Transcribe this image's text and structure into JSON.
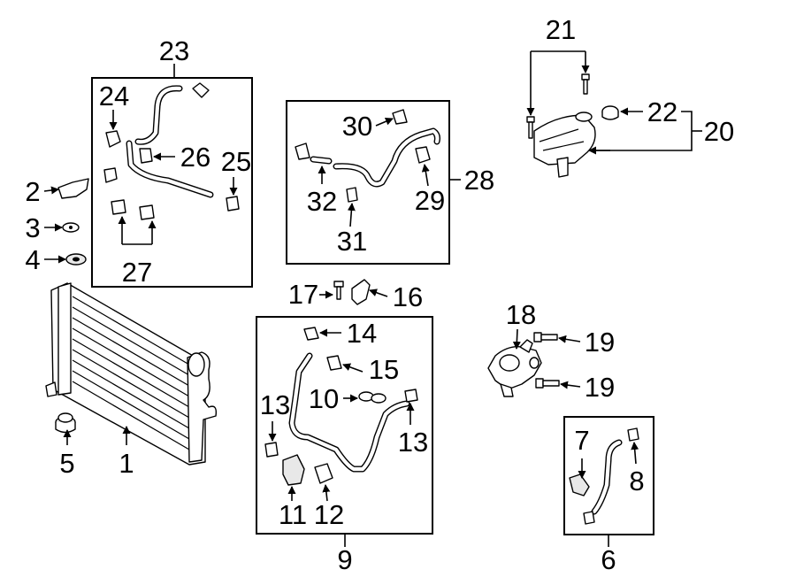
{
  "callouts": {
    "c1": "1",
    "c2": "2",
    "c3": "3",
    "c4": "4",
    "c5": "5",
    "c6": "6",
    "c7": "7",
    "c8": "8",
    "c9": "9",
    "c10": "10",
    "c11": "11",
    "c12": "12",
    "c13a": "13",
    "c13b": "13",
    "c14": "14",
    "c15": "15",
    "c16": "16",
    "c17": "17",
    "c18": "18",
    "c19a": "19",
    "c19b": "19",
    "c20": "20",
    "c21": "21",
    "c22": "22",
    "c23": "23",
    "c24": "24",
    "c25": "25",
    "c26": "26",
    "c27": "27",
    "c28": "28",
    "c29": "29",
    "c30": "30",
    "c31": "31",
    "c32": "32"
  },
  "colors": {
    "line": "#000000",
    "background": "#ffffff",
    "shade": "#e8e8e8"
  }
}
